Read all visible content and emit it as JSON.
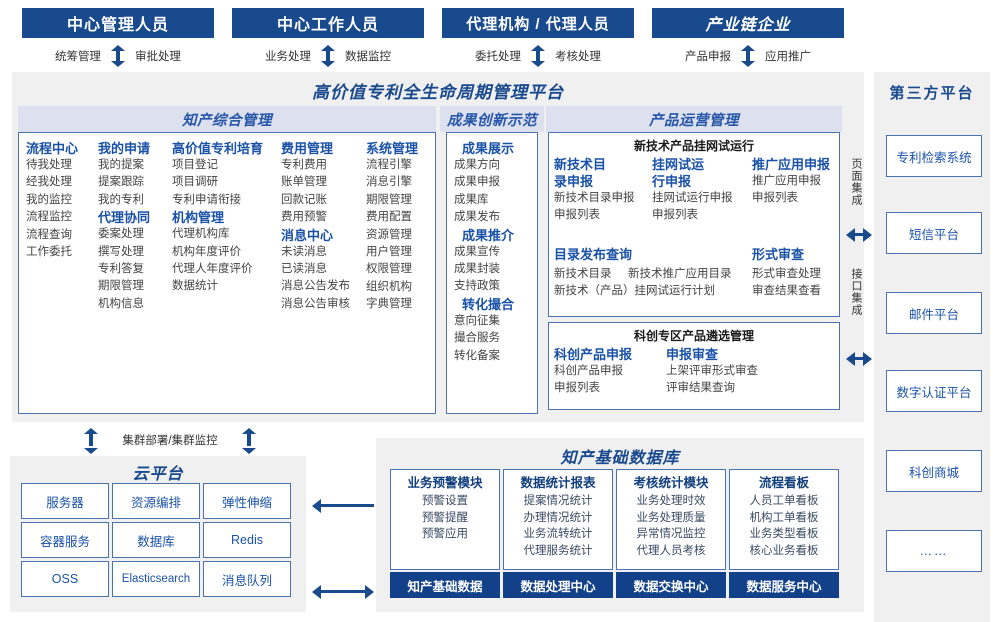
{
  "roles": [
    {
      "title": "中心管理人员",
      "left": "统筹管理",
      "right": "审批处理"
    },
    {
      "title": "中心工作人员",
      "left": "业务处理",
      "right": "数据监控"
    },
    {
      "title": "代理机构 / 代理人员",
      "left": "委托处理",
      "right": "考核处理"
    },
    {
      "title": "产业链企业",
      "left": "产品申报",
      "right": "应用推广"
    }
  ],
  "platform": {
    "title": "高价值专利全生命周期管理平台",
    "sections": {
      "comprehensive": {
        "title": "知产综合管理",
        "columns": [
          {
            "groups": [
              {
                "head": "流程中心",
                "items": [
                  "待我处理",
                  "经我处理",
                  "我的监控",
                  "流程监控",
                  "流程查询",
                  "工作委托"
                ]
              }
            ]
          },
          {
            "groups": [
              {
                "head": "我的申请",
                "items": [
                  "我的提案",
                  "提案跟踪",
                  "我的专利"
                ]
              },
              {
                "head": "代理协同",
                "items": [
                  "委案处理",
                  "撰写处理",
                  "专利答复",
                  "期限管理",
                  "机构信息"
                ]
              }
            ]
          },
          {
            "groups": [
              {
                "head": "高价值专利培育",
                "items": [
                  "项目登记",
                  "项目调研",
                  "专利申请衔接"
                ]
              },
              {
                "head": "机构管理",
                "items": [
                  "代理机构库",
                  "机构年度评价",
                  "代理人年度评价",
                  "数据统计"
                ]
              }
            ]
          },
          {
            "groups": [
              {
                "head": "费用管理",
                "items": [
                  "专利费用",
                  "账单管理",
                  "回款记账",
                  "费用预警"
                ]
              },
              {
                "head": "消息中心",
                "items": [
                  "未读消息",
                  "已读消息",
                  "消息公告发布",
                  "消息公告审核"
                ]
              }
            ]
          },
          {
            "groups": [
              {
                "head": "系统管理",
                "items": [
                  "流程引擎",
                  "消息引擎",
                  "期限管理",
                  "费用配置",
                  "资源管理",
                  "用户管理",
                  "权限管理",
                  "组织机构",
                  "字典管理"
                ]
              }
            ]
          }
        ]
      },
      "achievement": {
        "title": "成果创新示范",
        "groups": [
          {
            "head": "成果展示",
            "items": [
              "成果方向",
              "成果申报",
              "成果库",
              "成果发布"
            ]
          },
          {
            "head": "成果推介",
            "items": [
              "成果宣传",
              "成果封装",
              "支持政策"
            ]
          },
          {
            "head": "转化撮合",
            "items": [
              "意向征集",
              "撮合服务",
              "转化备案"
            ]
          }
        ]
      },
      "product": {
        "title": "产品运营管理",
        "box1": {
          "title": "新技术产品挂网试运行",
          "row1": [
            {
              "head": "新技术目录申报",
              "items": [
                "新技术目录申报",
                "申报列表"
              ]
            },
            {
              "head": "挂网试运行申报",
              "items": [
                "挂网试运行申报",
                "申报列表"
              ]
            },
            {
              "head": "推广应用申报",
              "items": [
                "推广应用申报",
                "申报列表"
              ]
            }
          ],
          "row2": [
            {
              "head": "目录发布查询",
              "items": [
                "新技术目录",
                "新技术推广应用目录",
                "新技术（产品）挂网试运行计划"
              ]
            },
            {
              "head": "形式审查",
              "items": [
                "形式审查处理",
                "审查结果查看"
              ]
            }
          ]
        },
        "box2": {
          "title": "科创专区产品遴选管理",
          "cols": [
            {
              "head": "科创产品申报",
              "items": [
                "科创产品申报",
                "申报列表"
              ]
            },
            {
              "head": "申报审查",
              "items": [
                "上架评审形式审查",
                "评审结果查询"
              ]
            }
          ]
        }
      }
    },
    "integration": {
      "page": "页面集成",
      "api": "接口集成"
    }
  },
  "third_party": {
    "title": "第三方平台",
    "items": [
      "专利检索系统",
      "短信平台",
      "邮件平台",
      "数字认证平台",
      "科创商城",
      "……"
    ]
  },
  "cloud": {
    "cluster_label": "集群部署/集群监控",
    "title": "云平台",
    "cells": [
      "服务器",
      "资源编排",
      "弹性伸缩",
      "容器服务",
      "数据库",
      "Redis",
      "OSS",
      "Elasticsearch",
      "消息队列"
    ]
  },
  "database": {
    "title": "知产基础数据库",
    "columns": [
      {
        "head": "业务预警模块",
        "items": [
          "预警设置",
          "预警提醒",
          "预警应用"
        ],
        "foot": "知产基础数据"
      },
      {
        "head": "数据统计报表",
        "items": [
          "提案情况统计",
          "办理情况统计",
          "业务流转统计",
          "代理服务统计"
        ],
        "foot": "数据处理中心"
      },
      {
        "head": "考核统计模块",
        "items": [
          "业务处理时效",
          "业务处理质量",
          "异常情况监控",
          "代理人员考核"
        ],
        "foot": "数据交换中心"
      },
      {
        "head": "流程看板",
        "items": [
          "人员工单看板",
          "机构工单看板",
          "业务类型看板",
          "核心业务看板"
        ],
        "foot": "数据服务中心"
      }
    ]
  },
  "colors": {
    "brand_blue": "#1a4a8e",
    "dark_blue": "#12418a",
    "header_lavender": "#dde0ef",
    "panel_gray": "#f0f0f0",
    "border_blue": "#4a72b0"
  }
}
